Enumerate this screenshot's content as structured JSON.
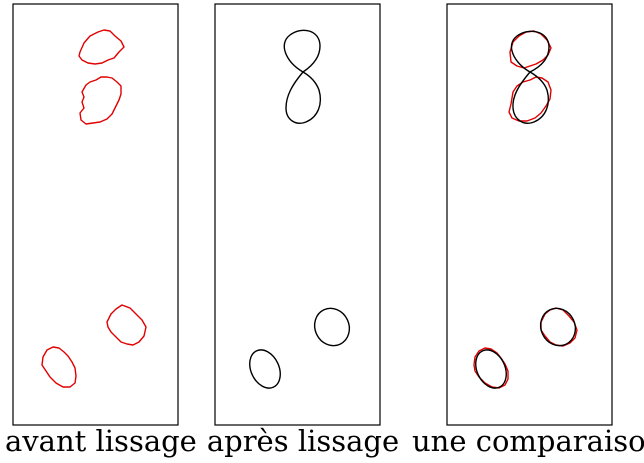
{
  "panels": [
    {
      "caption": "avant lissage"
    },
    {
      "caption": "après lissage"
    },
    {
      "caption": "une comparaison"
    }
  ],
  "colors": {
    "raw_curve": "#e00000",
    "smoothed_curve": "#000000",
    "frame": "#000000"
  }
}
